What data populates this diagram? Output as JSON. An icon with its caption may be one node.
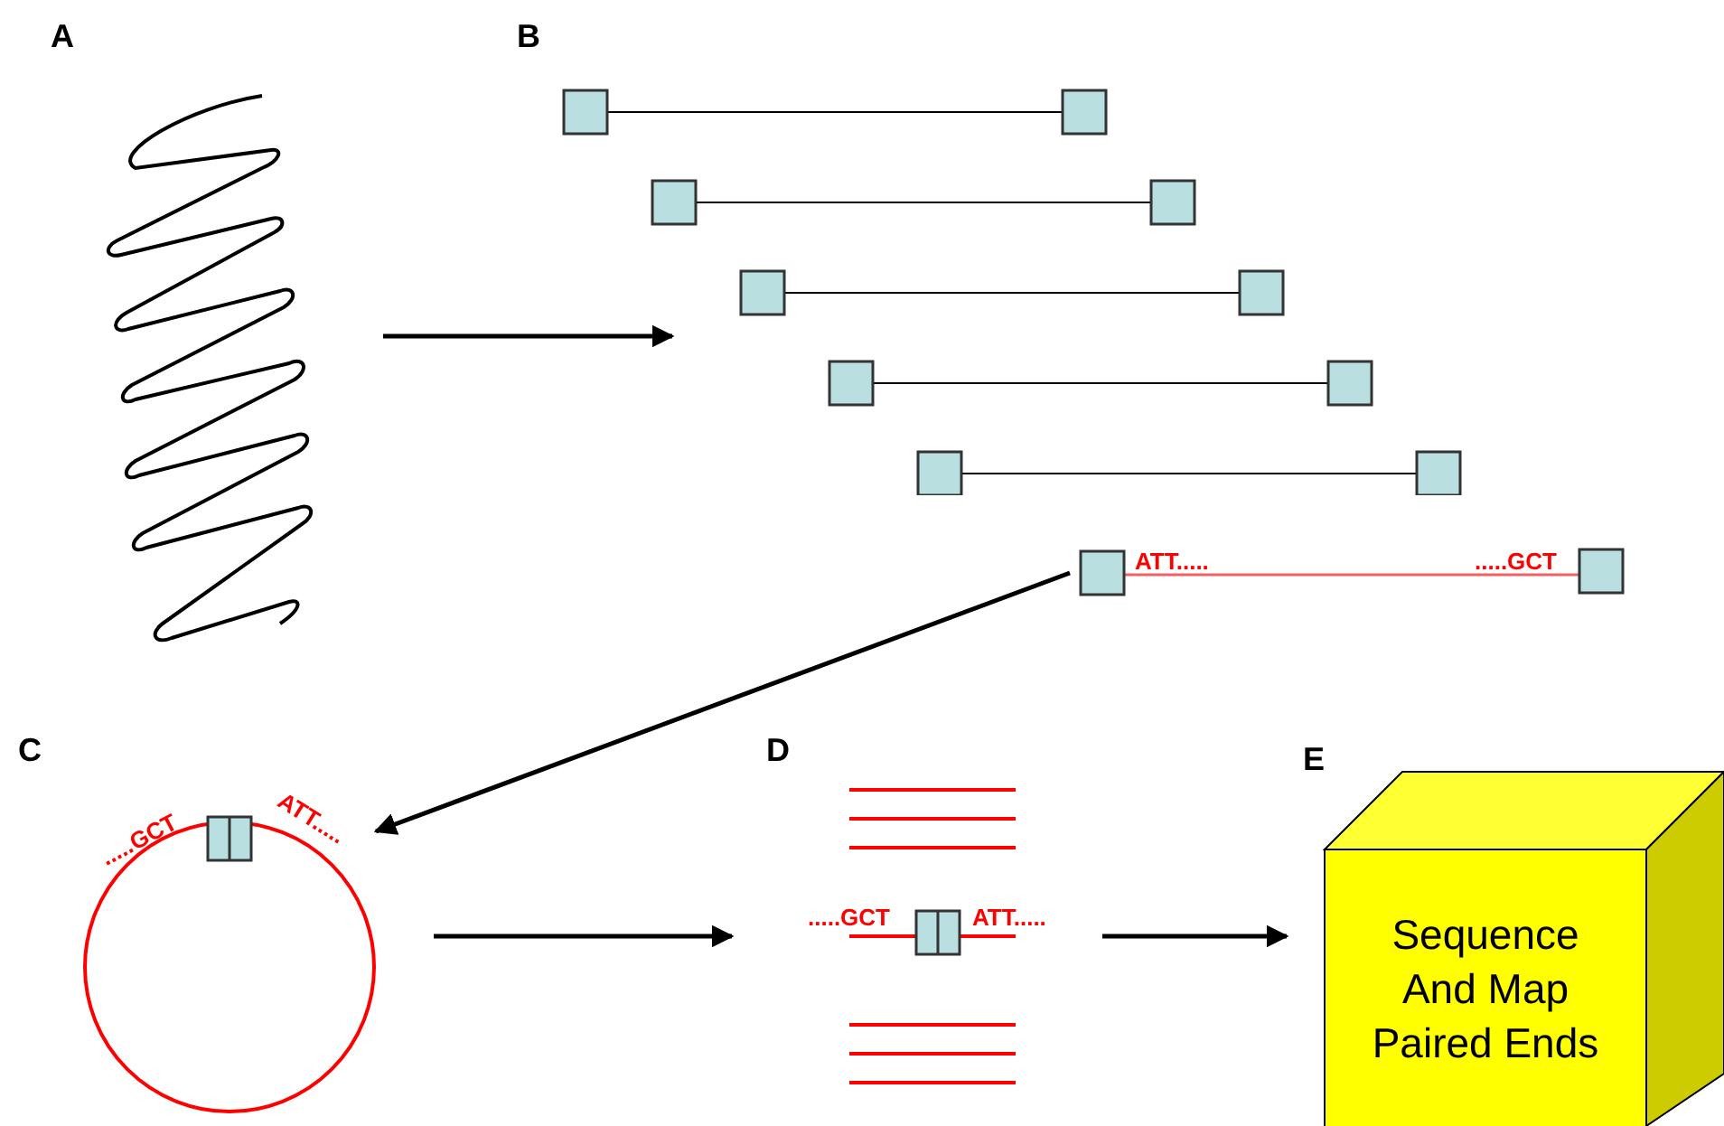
{
  "diagram": {
    "nodes": [
      {
        "text": [],
        "shape": "coil"
      },
      {
        "text": [],
        "shape": "bars"
      },
      {
        "text": [
          "ATT.....",
          ".....GCT"
        ]
      },
      {
        "text": [
          ".....GCT",
          "ATT....."
        ]
      },
      {
        "text": [
          ".....GCT",
          "ATT....."
        ]
      },
      {
        "text": [
          "Sequence And Map Paired Ends"
        ]
      }
    ],
    "edges": [
      {
        "from": 0,
        "to": 1,
        "arrow": "to"
      },
      {
        "from": 2,
        "to": 3,
        "arrow": "to"
      },
      {
        "from": 3,
        "to": 4,
        "arrow": "to"
      },
      {
        "from": 4,
        "to": 5,
        "arrow": "to"
      }
    ],
    "labels": [
      "A",
      "B",
      "C",
      "D",
      "E"
    ]
  }
}
